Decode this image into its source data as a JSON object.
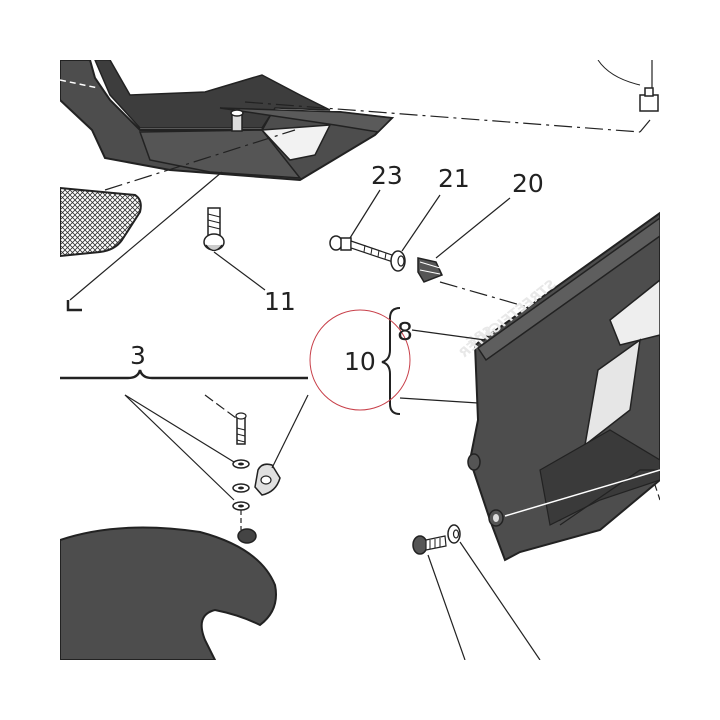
{
  "labels": {
    "l23": "23",
    "l21": "21",
    "l20": "20",
    "l11": "11",
    "l8": "8",
    "l10": "10",
    "l3": "3"
  },
  "decal_text": "STREETFIGHTER",
  "decal_small": "SBE",
  "colors": {
    "panel_fill": "#4d4d4d",
    "panel_dark": "#333333",
    "line": "#222222",
    "highlight_circle": "#c8404a",
    "light_part": "#dddddd"
  }
}
